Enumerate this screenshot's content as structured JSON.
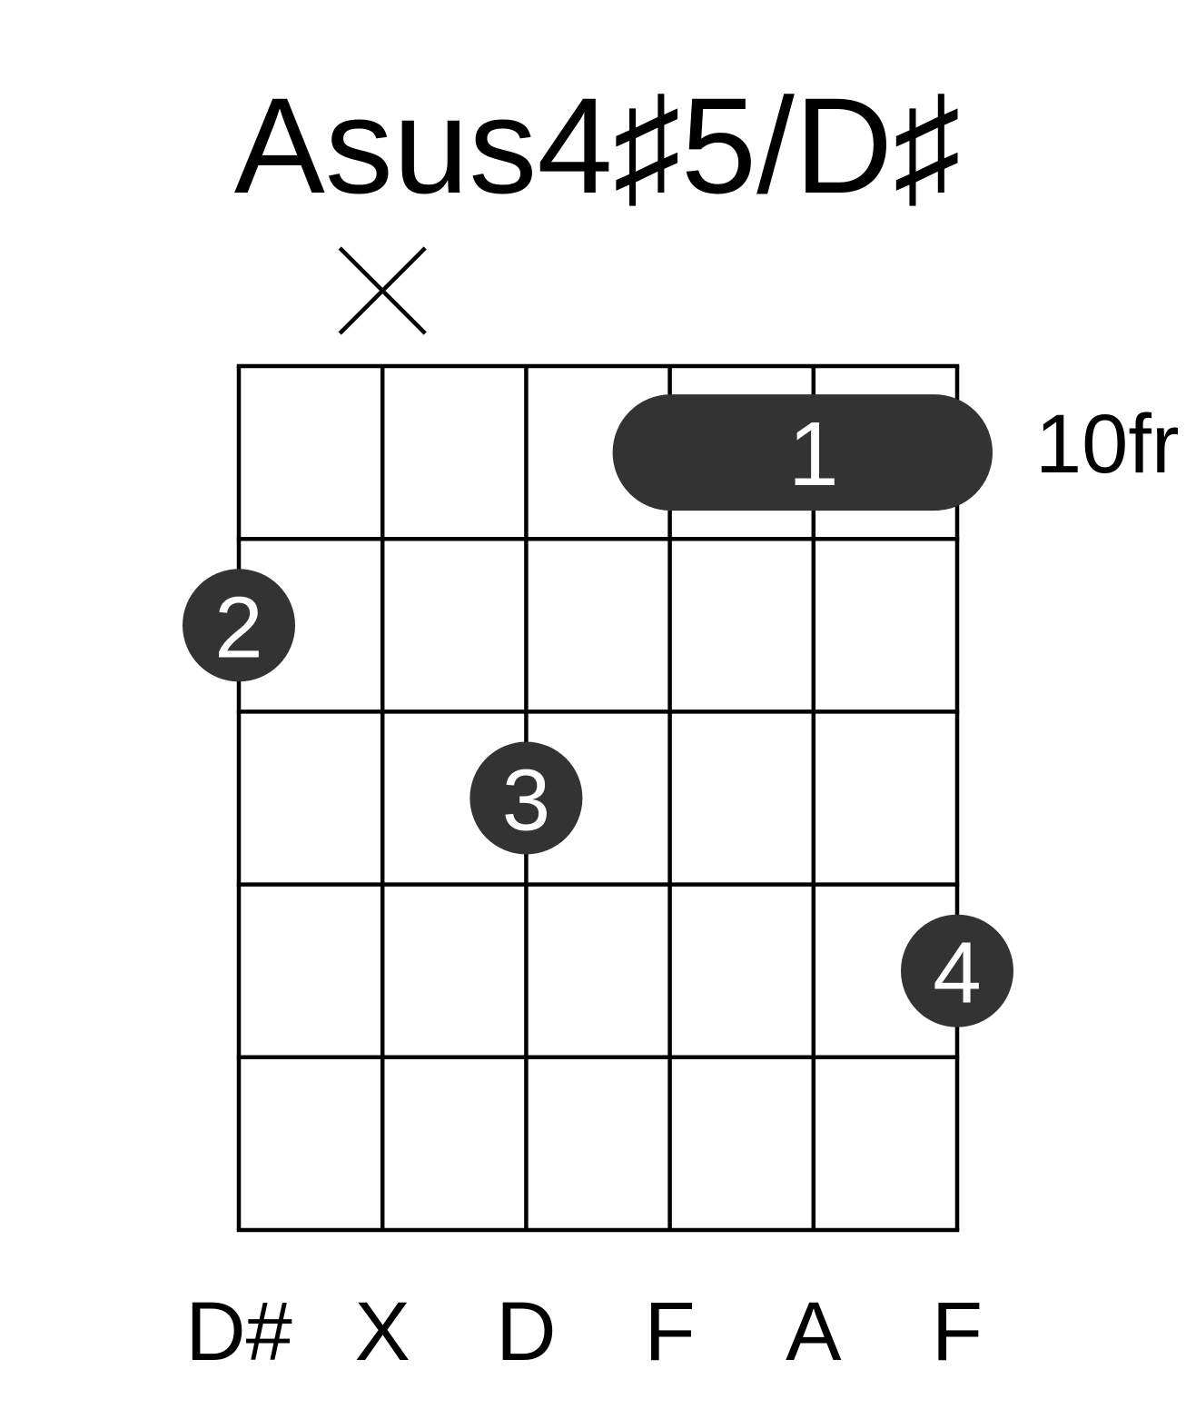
{
  "chord": {
    "name": "Asus4♯5/D♯",
    "base_fret_label": "10fr",
    "strings": 6,
    "frets_shown": 5,
    "string_notes": [
      "D#",
      "X",
      "D",
      "F",
      "A",
      "F"
    ],
    "muted_strings": [
      2
    ],
    "barre": {
      "fret": 1,
      "from_string": 4,
      "to_string": 6,
      "finger": "1"
    },
    "dots": [
      {
        "string": 1,
        "fret": 2,
        "finger": "2"
      },
      {
        "string": 3,
        "fret": 3,
        "finger": "3"
      },
      {
        "string": 6,
        "fret": 4,
        "finger": "4"
      }
    ]
  },
  "colors": {
    "dot": "#333333",
    "grid": "#000000",
    "finger_text": "#ffffff",
    "background": "#ffffff"
  }
}
